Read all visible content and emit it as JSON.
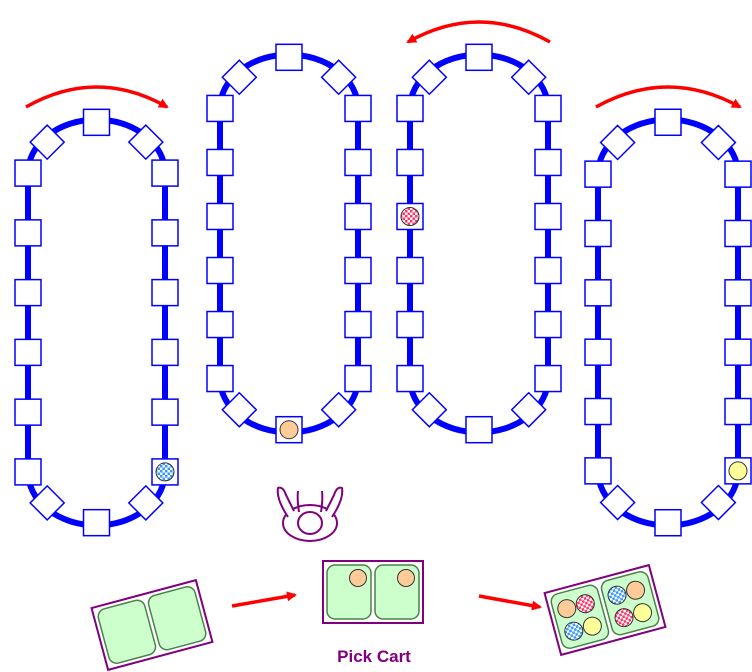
{
  "caption": "Pick Cart",
  "colors": {
    "track": "#0000ff",
    "slot_fill": "#ffffff",
    "rotation_arrow": "#ff0000",
    "flow_arrow": "#ff0000",
    "tray_outline": "#800080",
    "tray_fill": "#ccffcc",
    "tray_bin_outline": "#4f7f4f",
    "operator": "#800080"
  },
  "carousels": [
    {
      "name": "carousel-1",
      "rotation": "clockwise",
      "items": [
        {
          "slot": "right-6",
          "kind": "blue-checkered-item"
        }
      ]
    },
    {
      "name": "carousel-2",
      "rotation": "none",
      "items": [
        {
          "slot": "bottom-center",
          "kind": "orange-item"
        }
      ]
    },
    {
      "name": "carousel-3",
      "rotation": "counterclockwise",
      "items": [
        {
          "slot": "left-3",
          "kind": "pink-checkered-item"
        }
      ]
    },
    {
      "name": "carousel-4",
      "rotation": "clockwise",
      "items": [
        {
          "slot": "right-6",
          "kind": "yellow-item"
        }
      ]
    }
  ],
  "item_colors": {
    "orange-item": "#ffcc99",
    "yellow-item": "#ffff99",
    "pink-checkered-item": [
      "#ff3366",
      "#ffffff"
    ],
    "blue-checkered-item": [
      "#3399ff",
      "#ffffff"
    ]
  },
  "trays": [
    {
      "name": "empty-tray",
      "items": [
        [],
        []
      ]
    },
    {
      "name": "pick-cart-tray",
      "items": [
        [
          "orange-item"
        ],
        [
          "orange-item"
        ]
      ]
    },
    {
      "name": "filled-tray",
      "items": [
        [
          "orange-item",
          "pink-checkered-item",
          "blue-checkered-item",
          "yellow-item"
        ],
        [
          "blue-checkered-item",
          "orange-item",
          "pink-checkered-item",
          "yellow-item"
        ]
      ]
    }
  ]
}
